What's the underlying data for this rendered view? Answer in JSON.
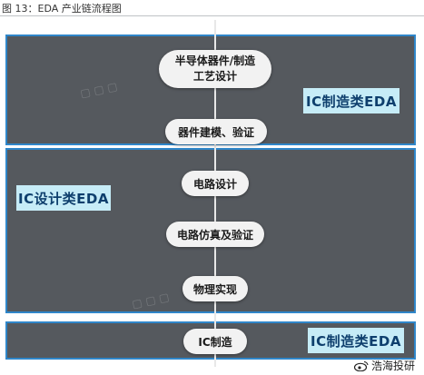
{
  "caption": "图 13：EDA 产业链流程图",
  "nodes": [
    {
      "line1": "半导体器件/制造",
      "line2": "工艺设计"
    },
    {
      "label": "器件建模、验证"
    },
    {
      "label": "电路设计"
    },
    {
      "label": "电路仿真及验证"
    },
    {
      "label": "物理实现"
    },
    {
      "label": "IC制造"
    }
  ],
  "tags": {
    "top": "IC制造类EDA",
    "mid": "IC设计类EDA",
    "bottom": "IC制造类EDA"
  },
  "footer": {
    "text": "浩海投研",
    "icon": "weibo-icon"
  },
  "colors": {
    "panel": "#55595e",
    "panel_border": "#2f86c9",
    "tag_bg": "#c6ecf7",
    "tag_text": "#0e3f6d",
    "node_bg": "#f2f2f2"
  }
}
